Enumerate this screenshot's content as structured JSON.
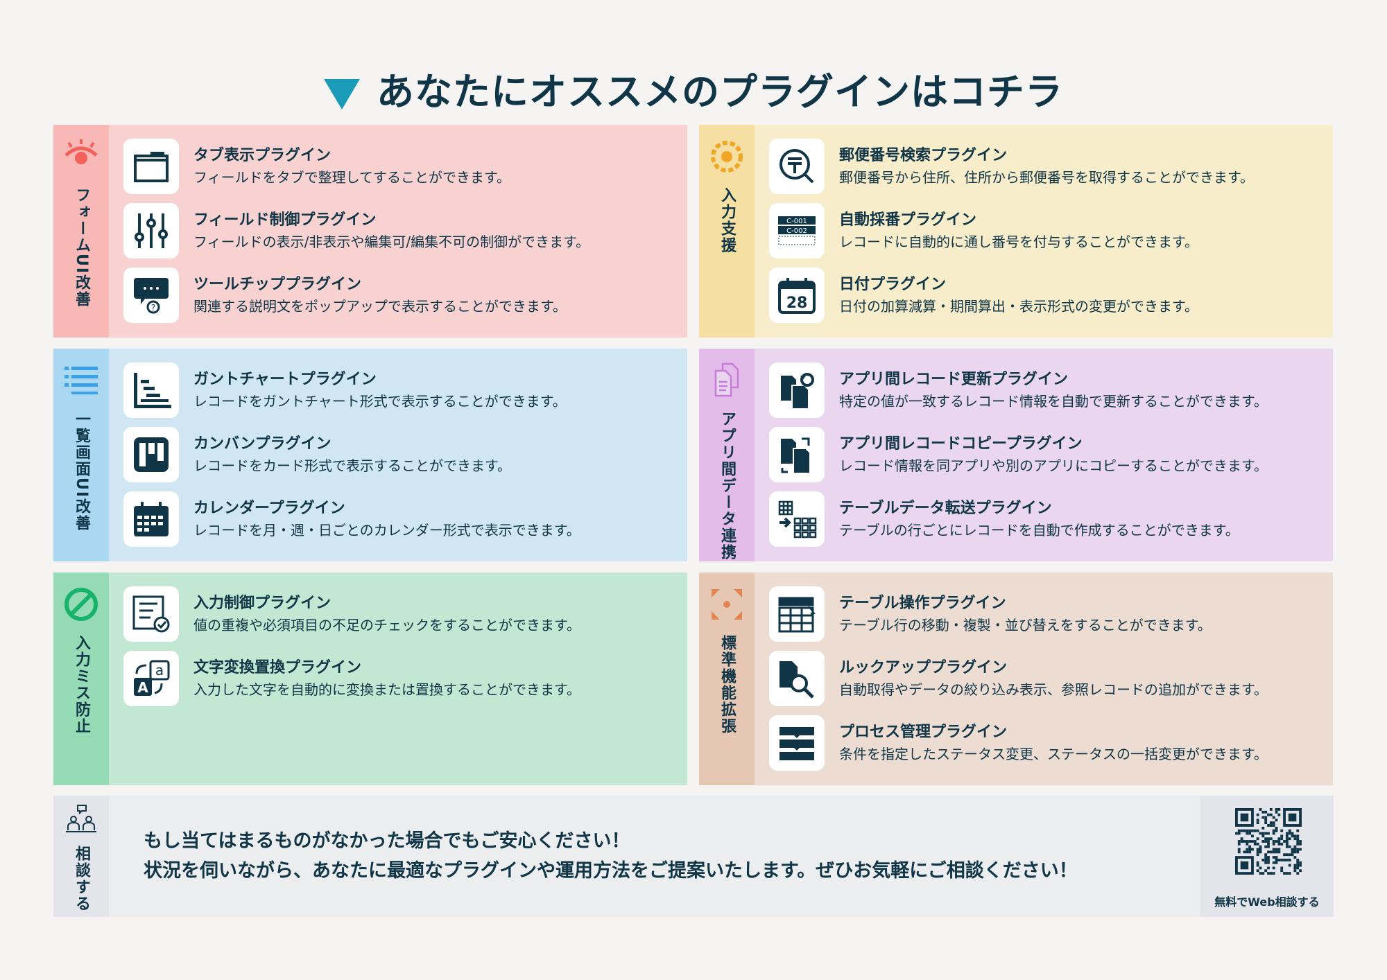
{
  "title": "あなたにオススメのプラグインはコチラ",
  "panels": [
    {
      "label": "フォームUI改善",
      "bg": "#f8d2d0",
      "side": "#f7b8b6",
      "icon": "eye-icon",
      "items": [
        {
          "title": "タブ表示プラグイン",
          "desc": "フィールドをタブで整理してすることができます。",
          "icon": "tab-window-icon"
        },
        {
          "title": "フィールド制御プラグイン",
          "desc": "フィールドの表示/非表示や編集可/編集不可の制御ができます。",
          "icon": "sliders-icon"
        },
        {
          "title": "ツールチッププラグイン",
          "desc": "関連する説明文をポップアップで表示することができます。",
          "icon": "tooltip-icon"
        }
      ]
    },
    {
      "label": "入力支援",
      "bg": "#f7edca",
      "side": "#f5dfa3",
      "icon": "gear-icon",
      "items": [
        {
          "title": "郵便番号検索プラグイン",
          "desc": "郵便番号から住所、住所から郵便番号を取得することができます。",
          "icon": "postal-search-icon"
        },
        {
          "title": "自動採番プラグイン",
          "desc": "レコードに自動的に通し番号を付与することができます。",
          "icon": "auto-number-icon",
          "codes": [
            "C-001",
            "C-002"
          ]
        },
        {
          "title": "日付プラグイン",
          "desc": "日付の加算減算・期間算出・表示形式の変更ができます。",
          "icon": "calendar-date-icon",
          "day": "28"
        }
      ]
    },
    {
      "label": "一覧画面UI改善",
      "bg": "#d0e6f2",
      "side": "#aad7f1",
      "icon": "list-icon",
      "items": [
        {
          "title": "ガントチャートプラグイン",
          "desc": "レコードをガントチャート形式で表示することができます。",
          "icon": "gantt-icon"
        },
        {
          "title": "カンバンプラグイン",
          "desc": "レコードをカード形式で表示することができます。",
          "icon": "kanban-icon"
        },
        {
          "title": "カレンダープラグイン",
          "desc": "レコードを月・週・日ごとのカレンダー形式で表示できます。",
          "icon": "calendar-icon"
        }
      ]
    },
    {
      "label": "アプリ間データ連携",
      "bg": "#ebd6ef",
      "side": "#e3bcea",
      "icon": "documents-icon",
      "items": [
        {
          "title": "アプリ間レコード更新プラグイン",
          "desc": "特定の値が一致するレコード情報を自動で更新することができます。",
          "icon": "record-update-icon"
        },
        {
          "title": "アプリ間レコードコピープラグイン",
          "desc": "レコード情報を同アプリや別のアプリにコピーすることができます。",
          "icon": "record-copy-icon"
        },
        {
          "title": "テーブルデータ転送プラグイン",
          "desc": "テーブルの行ごとにレコードを自動で作成することができます。",
          "icon": "table-transfer-icon"
        }
      ]
    },
    {
      "label": "入力ミス防止",
      "bg": "#c2e7d2",
      "side": "#95dcb6",
      "icon": "prohibited-icon",
      "items": [
        {
          "title": "入力制御プラグイン",
          "desc": "値の重複や必須項目の不足のチェックをすることができます。",
          "icon": "form-check-icon"
        },
        {
          "title": "文字変換置換プラグイン",
          "desc": "入力した文字を自動的に変換または置換することができます。",
          "icon": "text-convert-icon"
        }
      ]
    },
    {
      "label": "標準機能拡張",
      "bg": "#eddcd1",
      "side": "#e6c7b4",
      "icon": "expand-icon",
      "items": [
        {
          "title": "テーブル操作プラグイン",
          "desc": "テーブル行の移動・複製・並び替えをすることができます。",
          "icon": "table-edit-icon"
        },
        {
          "title": "ルックアッププラグイン",
          "desc": "自動取得やデータの絞り込み表示、参照レコードの追加ができます。",
          "icon": "lookup-icon"
        },
        {
          "title": "プロセス管理プラグイン",
          "desc": "条件を指定したステータス変更、ステータスの一括変更ができます。",
          "icon": "process-icon"
        }
      ]
    }
  ],
  "bottom": {
    "label": "相談する",
    "line1": "もし当てはまるものがなかった場合でもご安心ください！",
    "line2": "状況を伺いながら、あなたに最適なプラグインや運用方法をご提案いたします。ぜひお気軽にご相談ください！",
    "qr_label": "無料でWeb相談する"
  },
  "colors": {
    "text": "#0f3547",
    "accent": "#1a9bb8"
  }
}
